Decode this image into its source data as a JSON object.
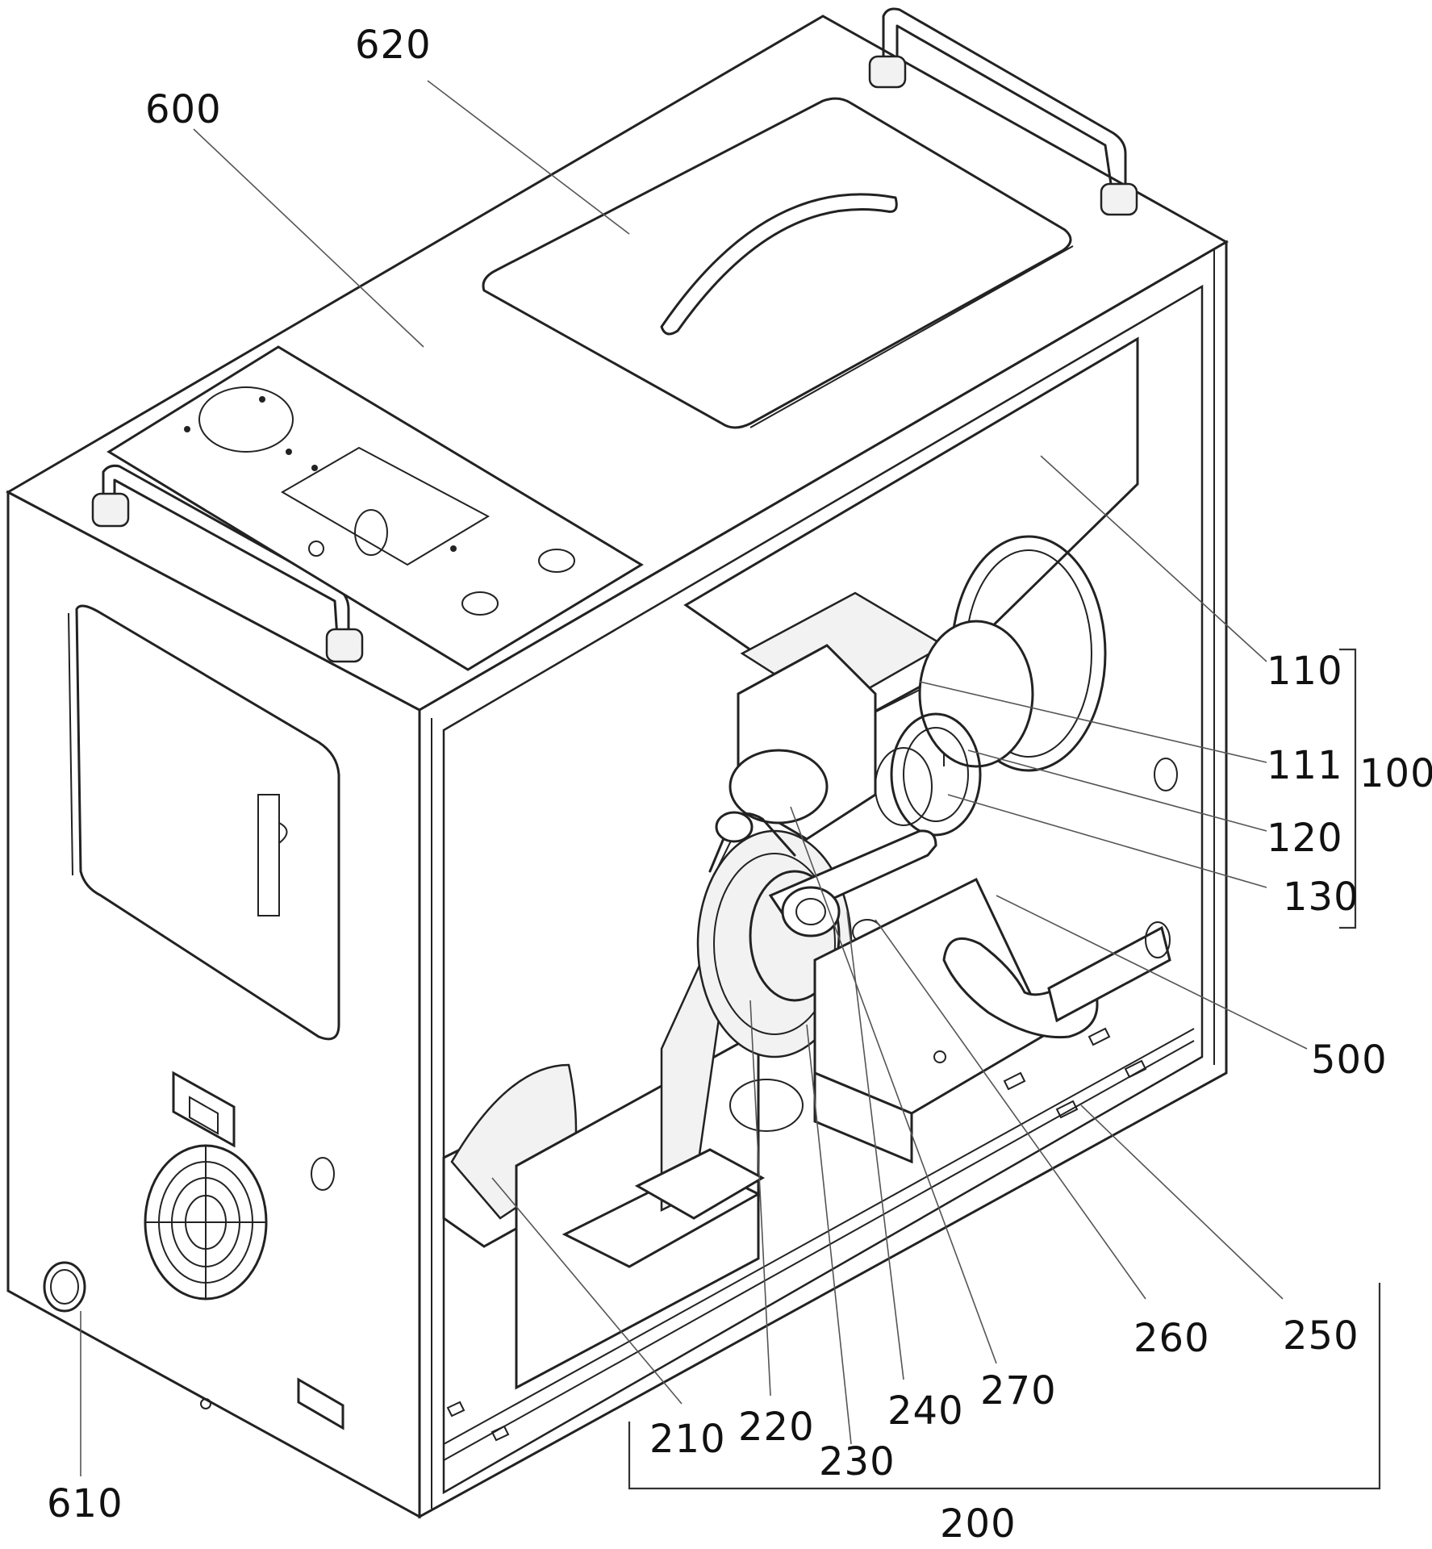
{
  "labels": {
    "l600": "600",
    "l620": "620",
    "l110": "110",
    "l111": "111",
    "l100": "100",
    "l120": "120",
    "l130": "130",
    "l500": "500",
    "l260": "260",
    "l250": "250",
    "l270": "270",
    "l240": "240",
    "l220": "220",
    "l210": "210",
    "l230": "230",
    "l610": "610",
    "l200": "200"
  }
}
